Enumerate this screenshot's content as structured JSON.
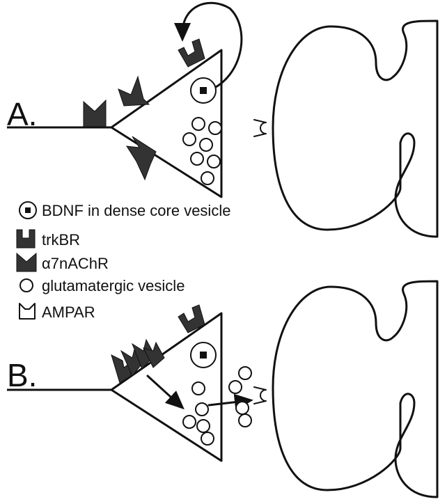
{
  "panels": {
    "a_label": "A.",
    "b_label": "B."
  },
  "legend": {
    "bdnf": "BDNF in dense core vesicle",
    "trkbr": "trkBR",
    "a7nachr": "α7nAChR",
    "glutamatergic": "glutamatergic vesicle",
    "ampar": "AMPAR"
  },
  "colors": {
    "line": "#111111",
    "receptor_fill": "#333333",
    "background": "#ffffff"
  }
}
